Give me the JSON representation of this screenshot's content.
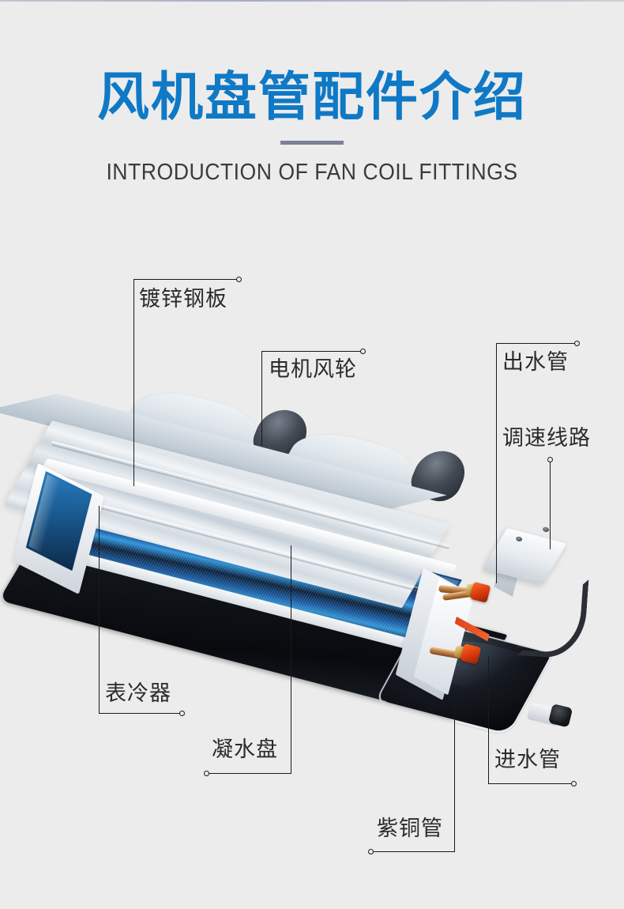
{
  "header": {
    "title": "风机盘管配件介绍",
    "subtitle": "INTRODUCTION OF FAN COIL FITTINGS",
    "title_color": "#0f79c6",
    "divider_color": "#7b8196",
    "subtitle_color": "#3b3b3b",
    "background_color": "#ececec"
  },
  "product": {
    "name": "fan-coil-unit",
    "casing_color": "#dfe5ea",
    "coil_color": "#1f6fc0",
    "pan_color": "#0b0e13",
    "valve_color": "#d8380d",
    "copper_color": "#c07e42"
  },
  "callouts": [
    {
      "id": "galvanized-steel-plate",
      "label": "镀锌钢板"
    },
    {
      "id": "motor-fan-wheel",
      "label": "电机风轮"
    },
    {
      "id": "outlet-water-pipe",
      "label": "出水管"
    },
    {
      "id": "speed-control-circuit",
      "label": "调速线路"
    },
    {
      "id": "surface-cooler",
      "label": "表冷器"
    },
    {
      "id": "condensate-pan",
      "label": "凝水盘"
    },
    {
      "id": "inlet-water-pipe",
      "label": "进水管"
    },
    {
      "id": "copper-tube",
      "label": "紫铜管"
    }
  ]
}
